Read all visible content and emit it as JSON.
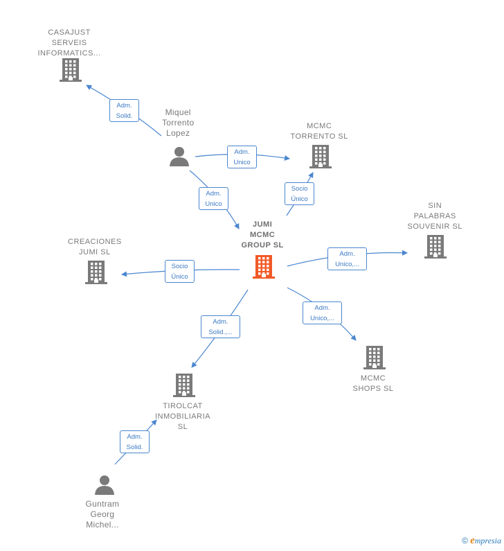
{
  "colors": {
    "edge": "#4a86cf",
    "node": "#7a7a7a",
    "focus": "#f05a28"
  },
  "nodes": [
    {
      "id": "casajust",
      "type": "company",
      "lines": [
        "CASAJUST",
        "SERVEIS",
        "INFORMATICS..."
      ]
    },
    {
      "id": "miquel",
      "type": "person",
      "lines": [
        "Miquel",
        "Torrento",
        "Lopez"
      ]
    },
    {
      "id": "mcmc_torrento",
      "type": "company",
      "lines": [
        "MCMC",
        "TORRENTO  SL"
      ]
    },
    {
      "id": "sin_palabras",
      "type": "company",
      "lines": [
        "SIN",
        "PALABRAS",
        "SOUVENIR  SL"
      ]
    },
    {
      "id": "jumi",
      "type": "company-focus",
      "lines": [
        "JUMI",
        "MCMC",
        "GROUP  SL"
      ]
    },
    {
      "id": "creaciones",
      "type": "company",
      "lines": [
        "CREACIONES",
        "JUMI SL"
      ]
    },
    {
      "id": "mcmc_shops",
      "type": "company",
      "lines": [
        "MCMC",
        "SHOPS  SL"
      ]
    },
    {
      "id": "tirolcat",
      "type": "company",
      "lines": [
        "TIROLCAT",
        "INMOBILIARIA",
        "SL"
      ]
    },
    {
      "id": "guntram",
      "type": "person",
      "lines": [
        "Guntram",
        "Georg",
        "Michel..."
      ]
    }
  ],
  "edges": [
    {
      "id": "e1",
      "from": "miquel",
      "to": "casajust",
      "label": [
        "Adm.",
        "Solid."
      ]
    },
    {
      "id": "e2",
      "from": "miquel",
      "to": "mcmc_torrento",
      "label": [
        "Adm.",
        "Unico"
      ]
    },
    {
      "id": "e3",
      "from": "miquel",
      "to": "jumi",
      "label": [
        "Adm.",
        "Unico"
      ]
    },
    {
      "id": "e4",
      "from": "jumi",
      "to": "mcmc_torrento",
      "label": [
        "Socio",
        "Único"
      ]
    },
    {
      "id": "e5",
      "from": "jumi",
      "to": "sin_palabras",
      "label": [
        "Adm.",
        "Unico,..."
      ]
    },
    {
      "id": "e6",
      "from": "jumi",
      "to": "creaciones",
      "label": [
        "Socio",
        "Único"
      ]
    },
    {
      "id": "e7",
      "from": "jumi",
      "to": "mcmc_shops",
      "label": [
        "Adm.",
        "Unico,..."
      ]
    },
    {
      "id": "e8",
      "from": "jumi",
      "to": "tirolcat",
      "label": [
        "Adm.",
        "Solid.,..."
      ]
    },
    {
      "id": "e9",
      "from": "guntram",
      "to": "tirolcat",
      "label": [
        "Adm.",
        "Solid."
      ]
    }
  ],
  "footer": {
    "copyright": "©",
    "brand_initial": "e",
    "brand_rest": "mpresia"
  }
}
